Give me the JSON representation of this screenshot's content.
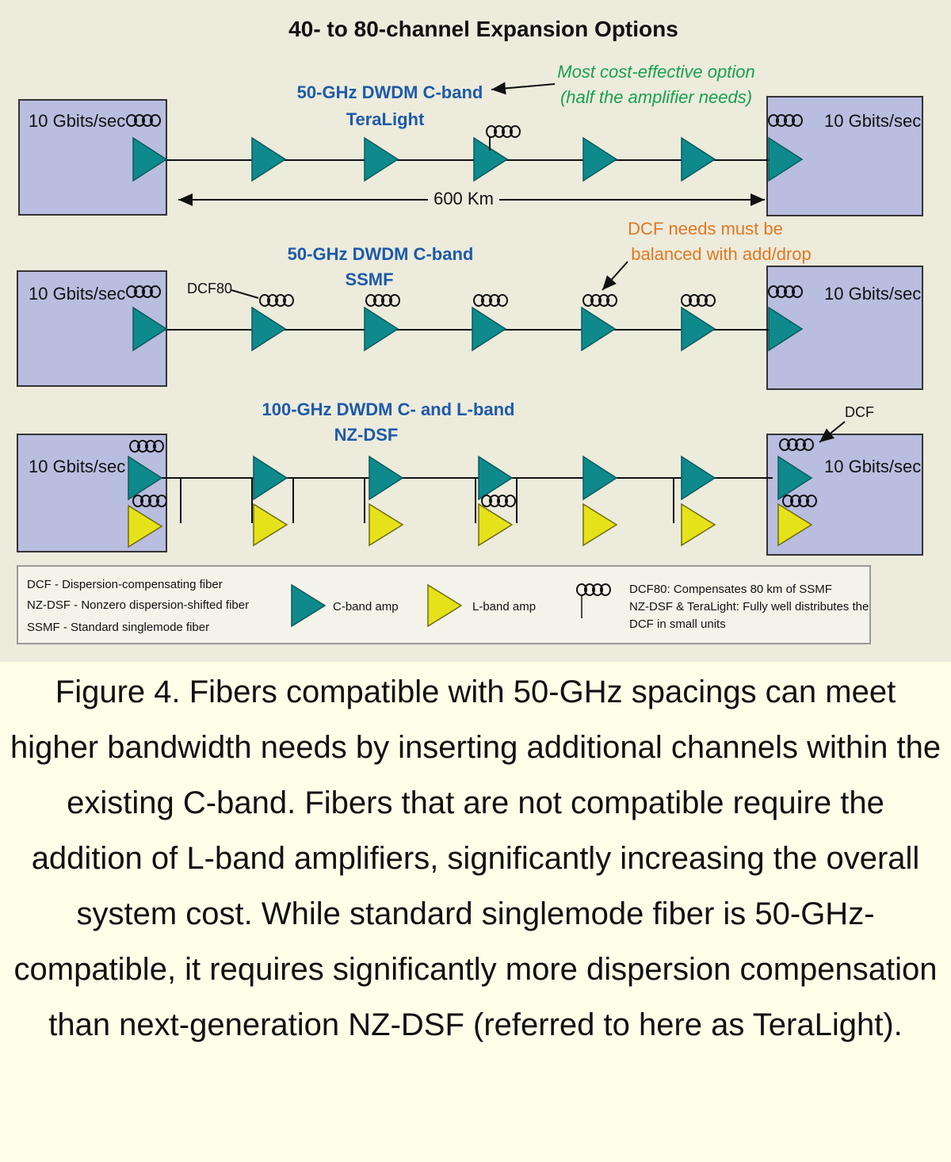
{
  "figure": {
    "title": "40- to 80-channel Expansion Options",
    "colors": {
      "c_amp": "#0e8a8c",
      "l_amp": "#e6e21a",
      "box": "#b9bddf",
      "band_label": "#1e5aa8",
      "note_green": "#18a050",
      "note_orange": "#e07820"
    },
    "row1": {
      "band": "50-GHz DWDM C-band",
      "fiber": "TeraLight",
      "note_line1": "Most cost-effective option",
      "note_line2": "(half the amplifier needs)",
      "left_label": "10 Gbits/sec",
      "right_label": "10 Gbits/sec",
      "distance": "600 Km"
    },
    "row2": {
      "band": "50-GHz DWDM C-band",
      "fiber": "SSMF",
      "note_line1": "DCF needs must be",
      "note_line2": "balanced with add/drop",
      "dcf_label": "DCF80",
      "left_label": "10 Gbits/sec",
      "right_label": "10 Gbits/sec"
    },
    "row3": {
      "band": "100-GHz DWDM C- and L-band",
      "fiber": "NZ-DSF",
      "dcf_label": "DCF",
      "left_label": "10 Gbits/sec",
      "right_label": "10 Gbits/sec"
    },
    "legend": {
      "abbr1": "DCF - Dispersion-compensating fiber",
      "abbr2": "NZ-DSF - Nonzero dispersion-shifted fiber",
      "abbr3": "SSMF - Standard singlemode fiber",
      "c_amp": "C-band amp",
      "l_amp": "L-band amp",
      "dcf_line1": "DCF80: Compensates 80 km of SSMF",
      "dcf_line2": "NZ-DSF & TeraLight: Fully well distributes the",
      "dcf_line3": "DCF in small units"
    }
  },
  "caption": "Figure 4. Fibers compatible with 50-GHz spacings can meet higher bandwidth needs by inserting additional channels within the existing C-band. Fibers that are not compatible require the addition of L-band amplifiers, significantly increasing the overall system cost. While standard singlemode fiber is 50-GHz-compatible, it requires significantly more dispersion compensation than next-generation NZ-DSF (referred to here as TeraLight)."
}
